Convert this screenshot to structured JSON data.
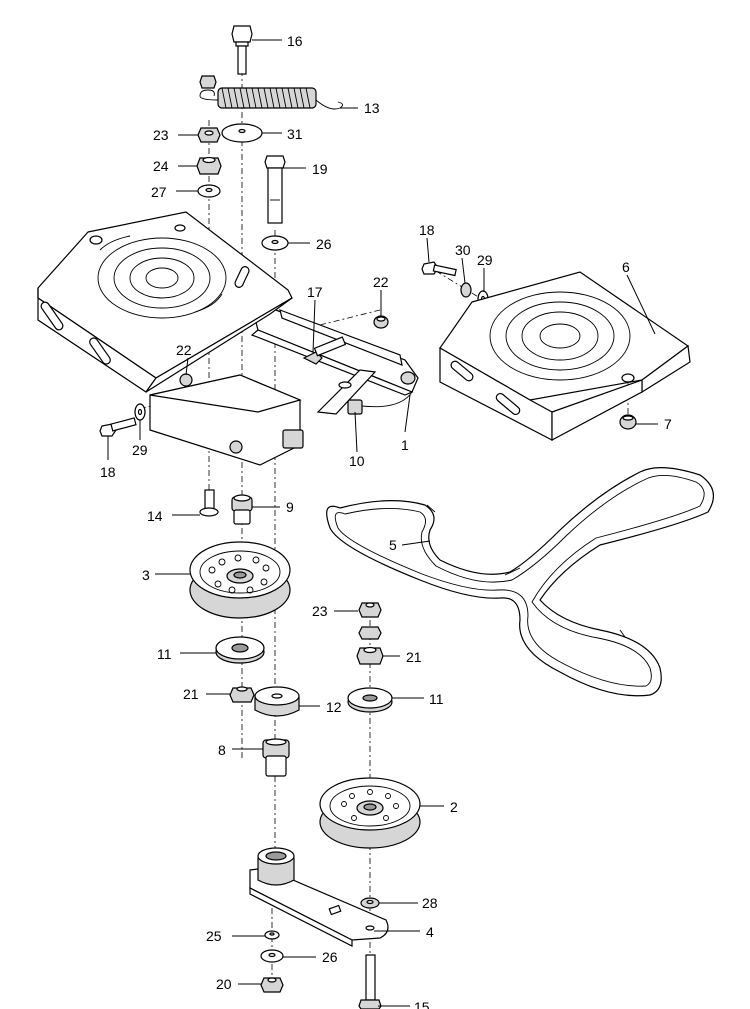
{
  "diagram": {
    "callouts": [
      "16",
      "13",
      "23",
      "31",
      "24",
      "19",
      "27",
      "26",
      "18",
      "30",
      "29",
      "6",
      "22",
      "17",
      "22",
      "10",
      "1",
      "29",
      "18",
      "7",
      "14",
      "9",
      "5",
      "3",
      "23",
      "21",
      "11",
      "21",
      "12",
      "11",
      "8",
      "2",
      "28",
      "25",
      "4",
      "26",
      "20",
      "15"
    ]
  }
}
